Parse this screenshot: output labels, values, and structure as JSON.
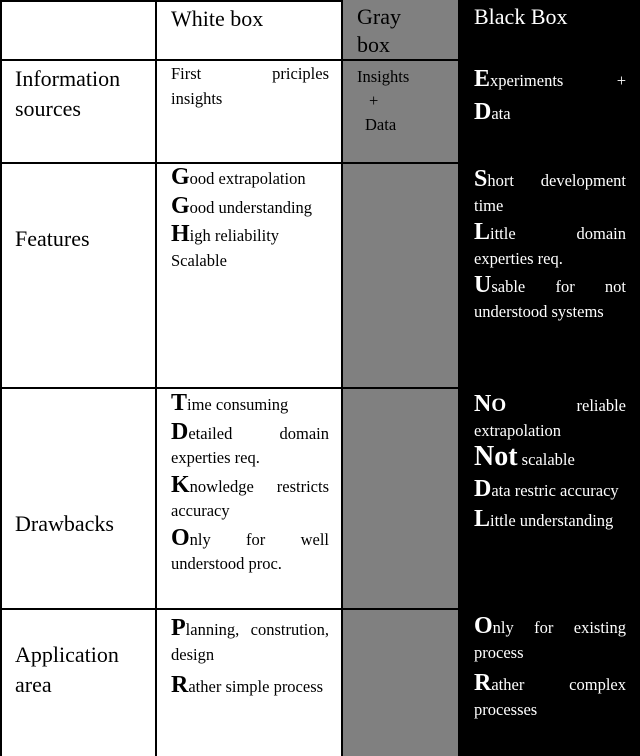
{
  "headers": {
    "corner": "",
    "white": "White box",
    "gray_line1": "Gray",
    "gray_line2": "box",
    "black": "Black Box"
  },
  "rows": {
    "information_sources": {
      "label_line1": "Information",
      "label_line2": "sources",
      "white": {
        "first": "First priciples",
        "second": "insights"
      },
      "gray": {
        "line1": "Insights",
        "line2": "+",
        "line3": "Data"
      },
      "black": [
        {
          "initial": "E",
          "rest": "xperiments +"
        },
        {
          "initial": "D",
          "rest": "ata"
        }
      ]
    },
    "features": {
      "label": "Features",
      "white": [
        {
          "initial": "G",
          "rest": "ood extrapolation"
        },
        {
          "initial": "G",
          "rest": "ood understanding"
        },
        {
          "initial": "H",
          "rest": "igh reliability"
        },
        {
          "initial": "",
          "rest": "Scalable"
        }
      ],
      "black": [
        {
          "initial": "S",
          "rest": "hort development time"
        },
        {
          "initial": "L",
          "rest": "ittle domain experties req."
        },
        {
          "initial": "U",
          "rest": "sable for not understood systems"
        }
      ]
    },
    "drawbacks": {
      "label": "Drawbacks",
      "white": [
        {
          "initial": "T",
          "rest": "ime consuming"
        },
        {
          "initial": "D",
          "rest": "etailed domain experties req."
        },
        {
          "initial": "K",
          "rest": "nowledge restricts accuracy"
        },
        {
          "initial": "O",
          "rest": "nly for well understood proc."
        }
      ],
      "black": [
        {
          "initial": "N",
          "mid": "O",
          "rest": " reliable extrapolation"
        },
        {
          "initial": "Not",
          "rest": " scalable"
        },
        {
          "initial": "D",
          "rest": "ata restric accuracy"
        },
        {
          "initial": "L",
          "rest": "ittle understanding"
        }
      ]
    },
    "application_area": {
      "label_line1": "Application",
      "label_line2": "area",
      "white": [
        {
          "initial": "P",
          "rest": "lanning, constrution, design"
        },
        {
          "initial": "R",
          "rest": "ather simple process"
        }
      ],
      "black": [
        {
          "initial": "O",
          "rest": "nly for existing process"
        },
        {
          "initial": "R",
          "rest": "ather complex processes"
        }
      ]
    }
  }
}
